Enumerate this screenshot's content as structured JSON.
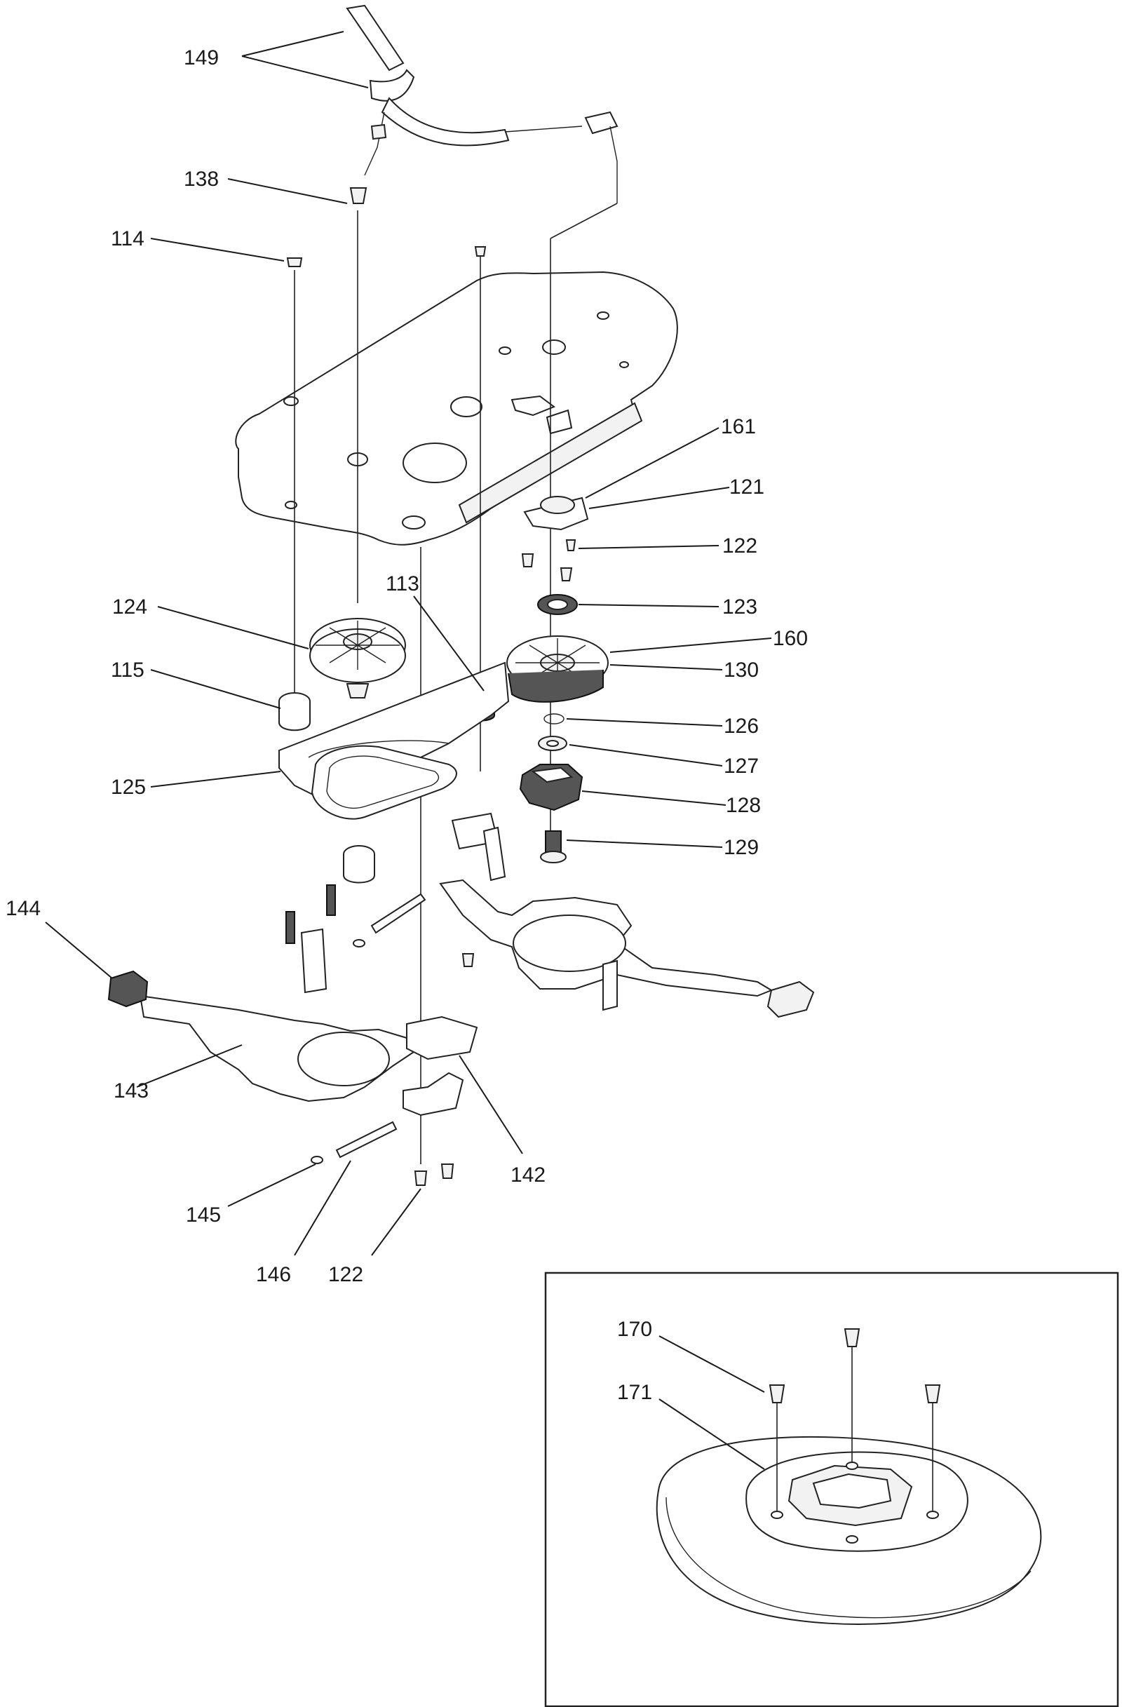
{
  "labels": {
    "l149": "149",
    "l138": "138",
    "l114": "114",
    "l161": "161",
    "l121": "121",
    "l122a": "122",
    "l113": "113",
    "l124": "124",
    "l123": "123",
    "l160": "160",
    "l130": "130",
    "l115": "115",
    "l126": "126",
    "l127": "127",
    "l125": "125",
    "l128": "128",
    "l129": "129",
    "l144": "144",
    "l143": "143",
    "l142": "142",
    "l145": "145",
    "l146": "146",
    "l122b": "122",
    "l170": "170",
    "l171": "171"
  },
  "colors": {
    "line": "#222222",
    "background": "#ffffff",
    "dark_part": "#555555"
  }
}
